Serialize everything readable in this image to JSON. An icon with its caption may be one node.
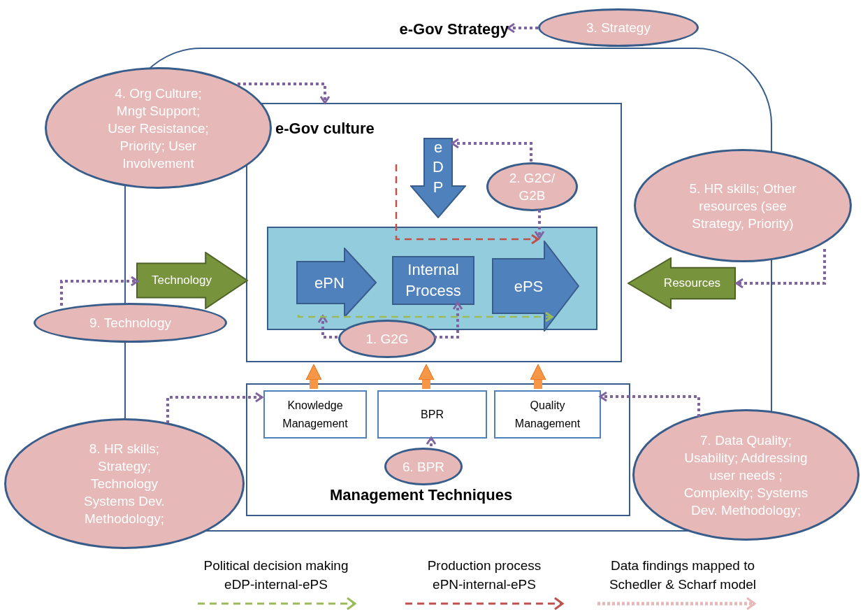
{
  "diagram": {
    "nodes": [
      {
        "text": [
          "e-Gov Strategy"
        ]
      },
      {
        "text": [
          "e-Gov culture"
        ],
        "in": 0
      },
      {
        "text": [],
        "shape": "box",
        "in": 1
      },
      {
        "text": [
          "eDP"
        ],
        "in": 1
      },
      {
        "text": [
          "ePN"
        ],
        "in": 2
      },
      {
        "text": [
          "Internal Process"
        ],
        "in": 2
      },
      {
        "text": [
          "ePS"
        ],
        "in": 2
      },
      {
        "text": [
          "2. G2C/ G2B"
        ],
        "in": 1
      },
      {
        "text": [
          "1. G2G"
        ],
        "in": 1
      },
      {
        "text": [
          "4. Org Culture; Mngt Support; User Resistance; Priority; User Involvement"
        ]
      },
      {
        "text": [
          "3. Strategy"
        ]
      },
      {
        "text": [
          "5. HR skills; Other resources (see Strategy, Priority)"
        ]
      },
      {
        "text": [
          "Resources"
        ],
        "in": 0
      },
      {
        "text": [
          "Technology"
        ],
        "in": 0
      },
      {
        "text": [
          "9. Technology"
        ]
      },
      {
        "text": [
          "Management Techniques"
        ],
        "in": 0
      },
      {
        "text": [
          "Knowledge Management"
        ],
        "in": 15
      },
      {
        "text": [
          "BPR"
        ],
        "in": 15
      },
      {
        "text": [
          "Quality Management"
        ],
        "in": 15
      },
      {
        "text": [
          "6. BPR"
        ],
        "in": 15
      },
      {
        "text": [
          "8. HR skills; Strategy; Technology Systems Dev. Methodology;"
        ]
      },
      {
        "text": [
          "7. Data Quality; Usability; Addressing user needs ; Complexity; Systems Dev. Methodology;"
        ]
      }
    ],
    "edges": [
      {
        "from": 10,
        "to": 0,
        "arrow": "to",
        "style": "dashed"
      },
      {
        "from": 9,
        "to": 1,
        "arrow": "to",
        "style": "dashed"
      },
      {
        "from": 7,
        "to": 3,
        "arrow": "to",
        "style": "dashed"
      },
      {
        "from": 7,
        "to": 6,
        "arrow": "to",
        "style": "dashed"
      },
      {
        "from": 8,
        "to": 4,
        "arrow": "to",
        "style": "dashed"
      },
      {
        "from": 8,
        "to": 5,
        "arrow": "to",
        "style": "dashed"
      },
      {
        "from": 11,
        "to": 12,
        "arrow": "to",
        "style": "dashed"
      },
      {
        "from": 14,
        "to": 13,
        "arrow": "to",
        "style": "dashed"
      },
      {
        "from": 20,
        "to": 16,
        "arrow": "to",
        "style": "dashed"
      },
      {
        "from": 19,
        "to": 17,
        "arrow": "to",
        "style": "dashed"
      },
      {
        "from": 21,
        "to": 18,
        "arrow": "to",
        "style": "dashed"
      },
      {
        "from": 16,
        "to": 1,
        "arrow": "to",
        "style": "thick",
        "color": "#f79646"
      },
      {
        "from": 17,
        "to": 1,
        "arrow": "to",
        "style": "thick",
        "color": "#f79646"
      },
      {
        "from": 18,
        "to": 1,
        "arrow": "to",
        "style": "thick",
        "color": "#f79646"
      },
      {
        "from": null,
        "to": 6,
        "arrow": "to",
        "style": "dashed",
        "color": "#c0504d"
      },
      {
        "from": 4,
        "to": 6,
        "arrow": "to",
        "style": "dashed",
        "color": "#9bbb59"
      }
    ],
    "legend": [
      {
        "text": "Political decision making eDP-internal-ePS"
      },
      {
        "text": "Production process ePN-internal-ePS"
      },
      {
        "text": "Data findings mapped to Schedler & Scharf model"
      }
    ]
  }
}
